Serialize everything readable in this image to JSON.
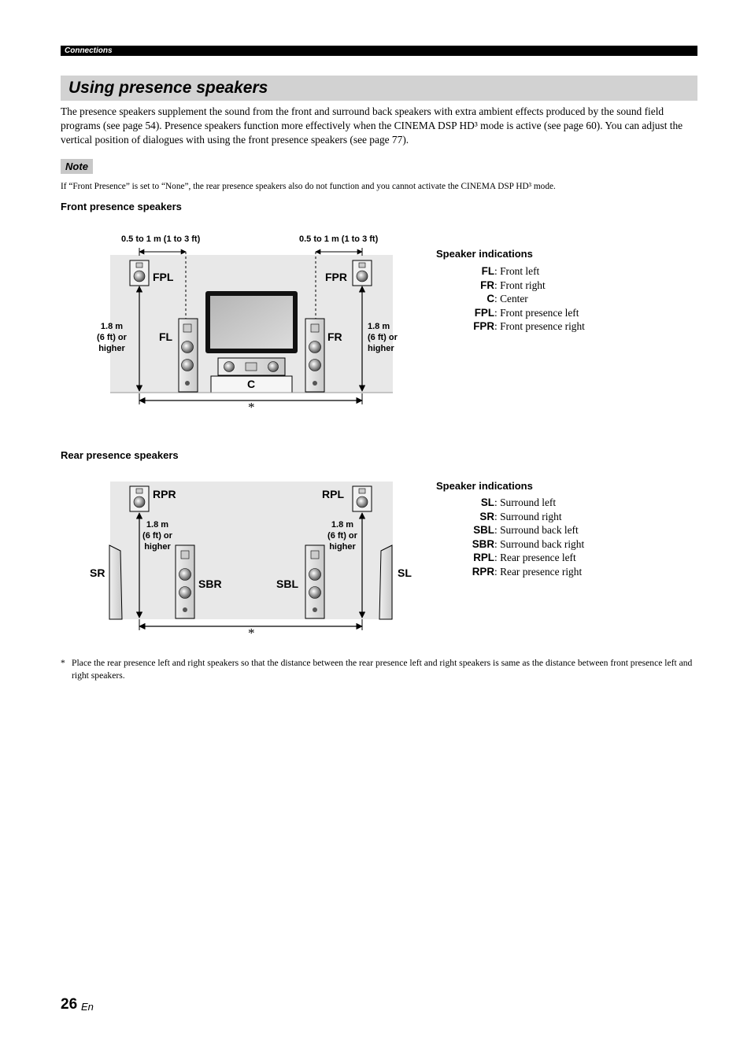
{
  "header": {
    "section": "Connections"
  },
  "title": "Using presence speakers",
  "intro": "The presence speakers supplement the sound from the front and surround back speakers with extra ambient effects produced by the sound field programs (see page 54). Presence speakers function more effectively when the CINEMA DSP HD³ mode is active (see page 60). You can adjust the vertical position of dialogues with using the front presence speakers (see page 77).",
  "note": {
    "label": "Note",
    "text": "If “Front Presence” is set to “None”, the rear presence speakers also do not function and you cannot activate the CINEMA DSP HD³ mode."
  },
  "front_section": {
    "heading": "Front presence speakers",
    "distance_left": "0.5 to 1 m (1 to 3 ft)",
    "distance_right": "0.5 to 1 m (1 to 3 ft)",
    "height_left": [
      "1.8 m",
      "(6 ft) or",
      "higher"
    ],
    "height_right": [
      "1.8 m",
      "(6 ft) or",
      "higher"
    ],
    "labels": {
      "fpl": "FPL",
      "fpr": "FPR",
      "fl": "FL",
      "fr": "FR",
      "c": "C"
    },
    "asterisk": "*",
    "indications_heading": "Speaker indications",
    "indications": [
      {
        "code": "FL",
        "desc": ": Front left"
      },
      {
        "code": "FR",
        "desc": ": Front right"
      },
      {
        "code": "C",
        "desc": ": Center"
      },
      {
        "code": "FPL",
        "desc": ": Front presence left"
      },
      {
        "code": "FPR",
        "desc": ": Front presence right"
      }
    ]
  },
  "rear_section": {
    "heading": "Rear presence speakers",
    "height_left": [
      "1.8 m",
      "(6 ft) or",
      "higher"
    ],
    "height_right": [
      "1.8 m",
      "(6 ft) or",
      "higher"
    ],
    "labels": {
      "rpr": "RPR",
      "rpl": "RPL",
      "sr": "SR",
      "sl": "SL",
      "sbr": "SBR",
      "sbl": "SBL"
    },
    "asterisk": "*",
    "indications_heading": "Speaker indications",
    "indications": [
      {
        "code": "SL",
        "desc": ": Surround left"
      },
      {
        "code": "SR",
        "desc": ": Surround right"
      },
      {
        "code": "SBL",
        "desc": ": Surround back left"
      },
      {
        "code": "SBR",
        "desc": ": Surround back right"
      },
      {
        "code": "RPL",
        "desc": ": Rear presence left"
      },
      {
        "code": "RPR",
        "desc": ": Rear presence right"
      }
    ]
  },
  "footnote": {
    "mark": "*",
    "text": "Place the rear presence left and right speakers so that the distance between the rear presence left and right speakers is same as the distance between front presence left and right speakers."
  },
  "page": {
    "number": "26",
    "lang": "En"
  }
}
